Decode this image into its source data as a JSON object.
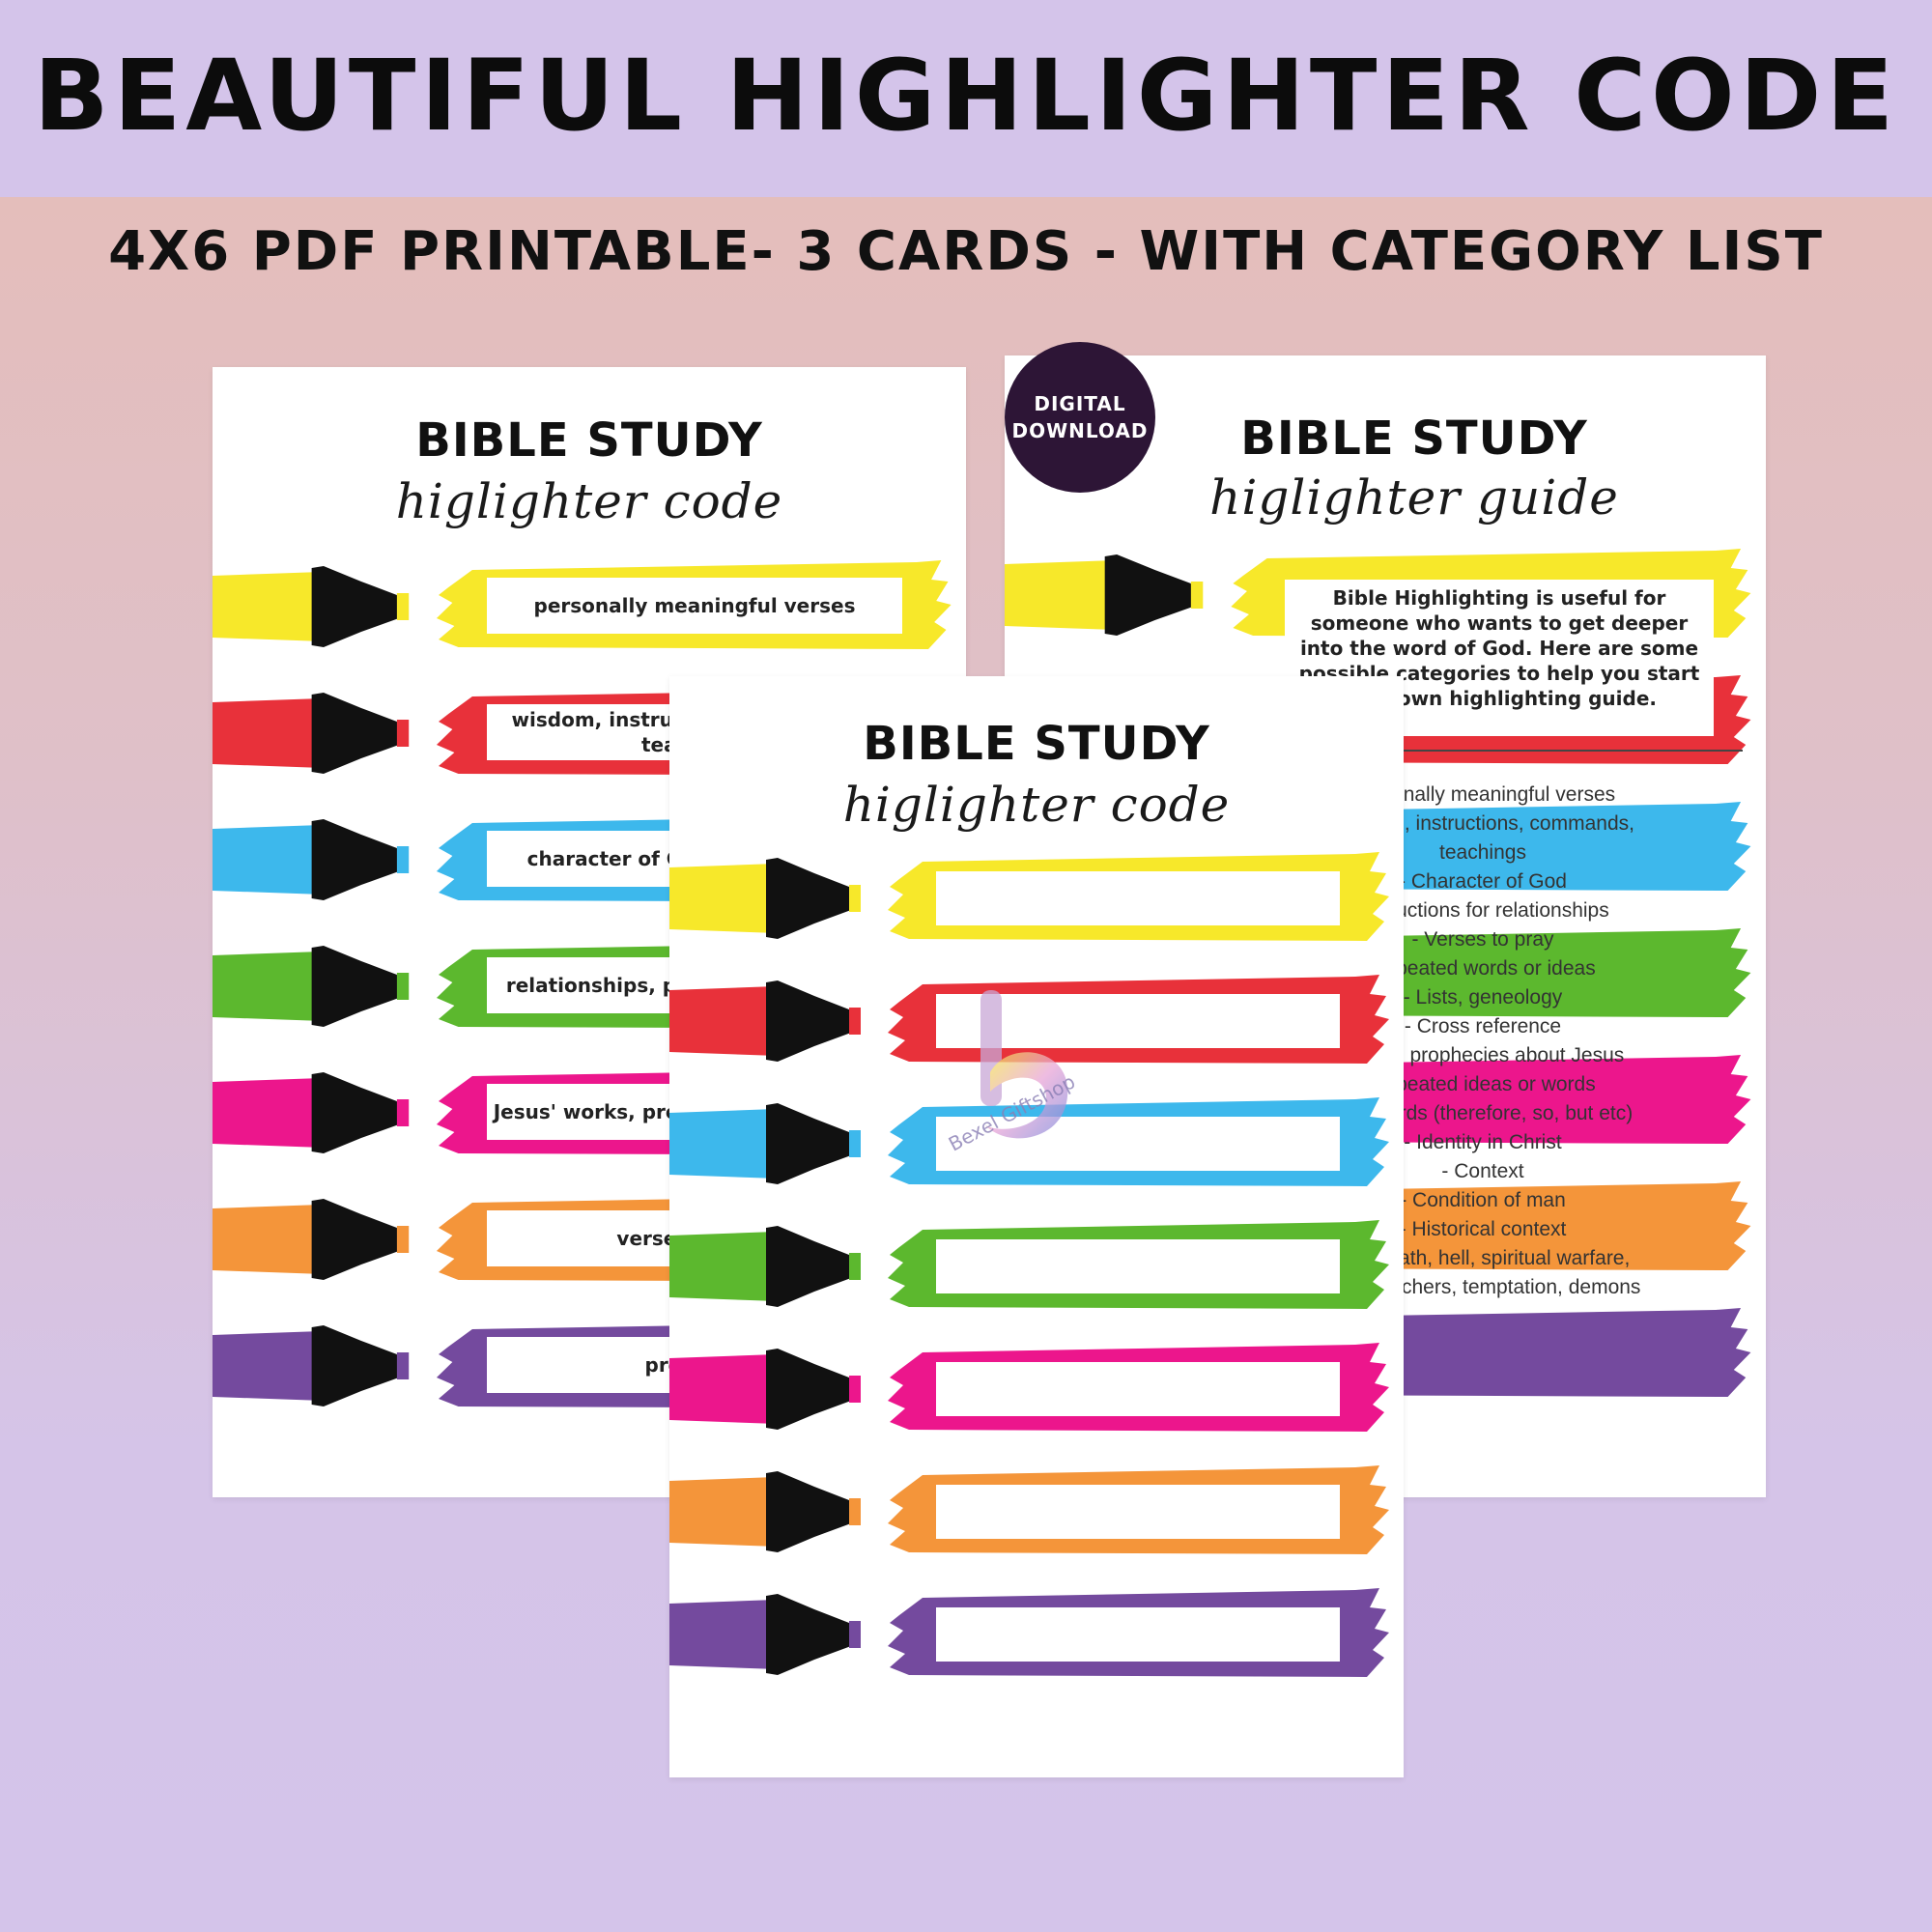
{
  "banner": {
    "title": "BEAUTIFUL HIGHLIGHTER CODE"
  },
  "subtitle": "4X6 PDF PRINTABLE- 3 CARDS - WITH CATEGORY LIST",
  "badge": {
    "line1": "DIGITAL",
    "line2": "DOWNLOAD"
  },
  "watermark": {
    "text": "Bexel Giftshop"
  },
  "colors": {
    "yellow": "#f7e82a",
    "red": "#e8313a",
    "blue": "#3db8ec",
    "green": "#5cb82e",
    "pink": "#ec168c",
    "orange": "#f4953a",
    "purple": "#744a9e"
  },
  "cards": {
    "left": {
      "title": "BIBLE STUDY",
      "script": "higlighter code",
      "labels": [
        "personally meaningful verses",
        "wisdom, instructions, commands, teachings",
        "character of God, God's names",
        "relationships, promises and truths",
        "Jesus' works, prophecies about Jesus",
        "verses to pray",
        "promises"
      ]
    },
    "right": {
      "title": "BIBLE STUDY",
      "script": "higlighter guide",
      "intro": "Bible Highlighting is useful for someone who wants to get deeper into the word of God. Here are some possible categories to help you start your own highlighting guide.",
      "categories": [
        "Personally meaningful verses",
        "Wisdom, instructions, commands,",
        "teachings",
        "- Character of God",
        "Instructions for relationships",
        "- Verses to pray",
        "Repeated words or ideas",
        "- Lists, geneology",
        "- Cross reference",
        "Works, prophecies about Jesus",
        "Repeated ideas or words",
        "Key words (therefore, so, but etc)",
        "- Identity in Christ",
        "- Context",
        "- Condition of man",
        "- Historical context",
        "Sin, death, hell, spiritual warfare,",
        "false teachers, temptation, demons"
      ]
    },
    "front": {
      "title": "BIBLE STUDY",
      "script": "higlighter code"
    }
  }
}
